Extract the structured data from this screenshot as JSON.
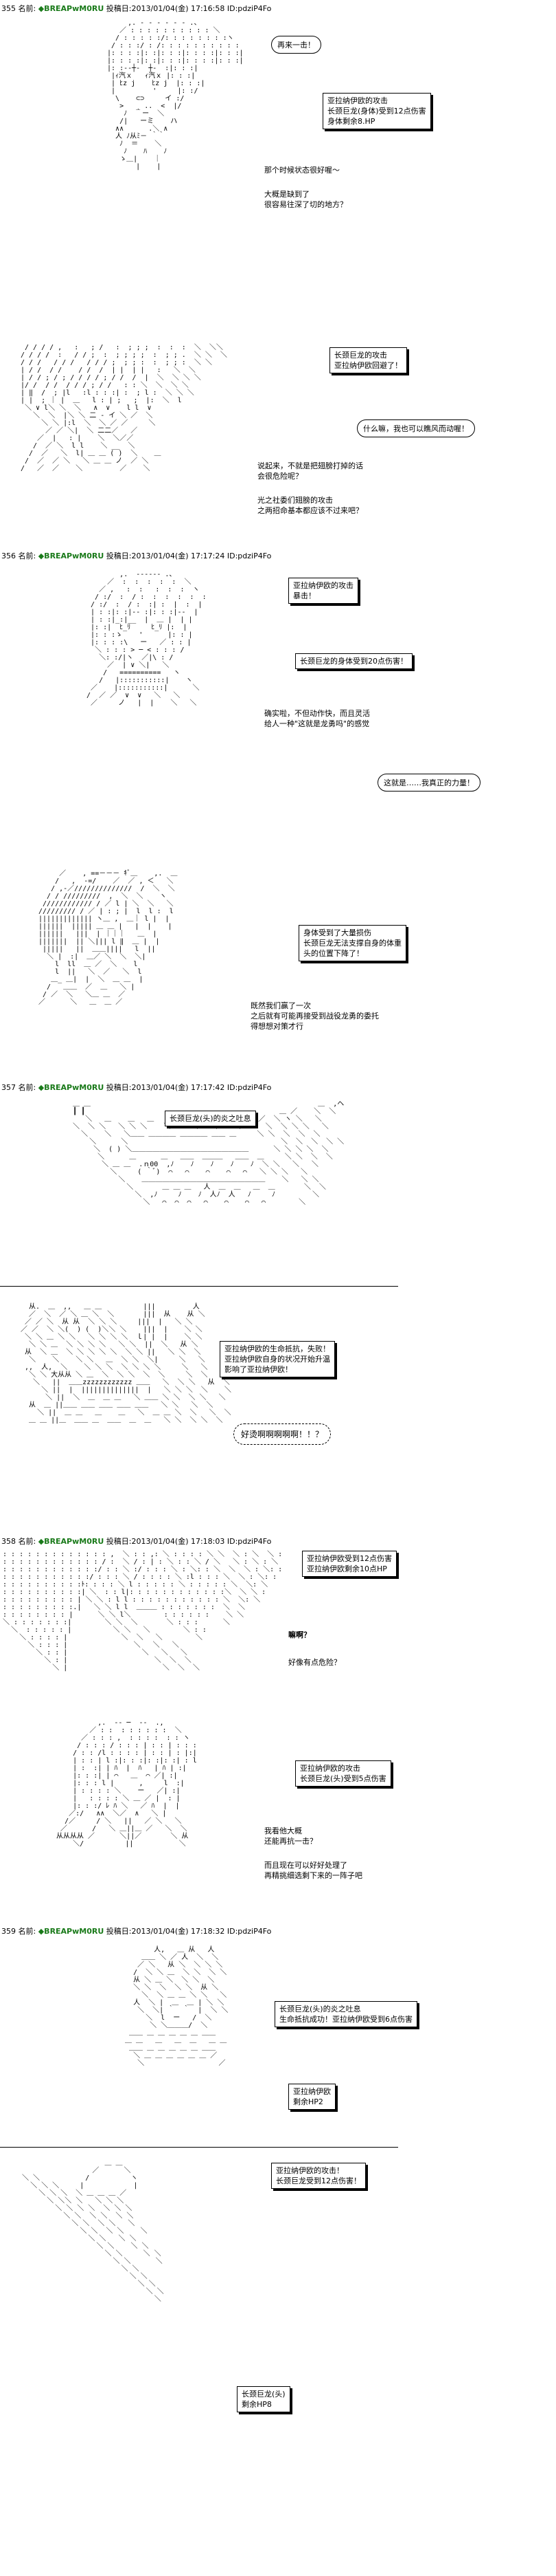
{
  "posts": [
    {
      "num": "355",
      "label": "名前:",
      "trip": "◆BREAPwM0RU",
      "id_label": "投稿日:",
      "date": "2013/01/04(金) 17:16:58",
      "uid": "ID:pdziP4Fo"
    },
    {
      "num": "356",
      "label": "名前:",
      "trip": "◆BREAPwM0RU",
      "id_label": "投稿日:",
      "date": "2013/01/04(金) 17:17:24",
      "uid": "ID:pdziP4Fo"
    },
    {
      "num": "357",
      "label": "名前:",
      "trip": "◆BREAPwM0RU",
      "id_label": "投稿日:",
      "date": "2013/01/04(金) 17:17:42",
      "uid": "ID:pdziP4Fo"
    },
    {
      "num": "358",
      "label": "名前:",
      "trip": "◆BREAPwM0RU",
      "id_label": "投稿日:",
      "date": "2013/01/04(金) 17:18:03",
      "uid": "ID:pdziP4Fo"
    },
    {
      "num": "359",
      "label": "名前:",
      "trip": "◆BREAPwM0RU",
      "id_label": "投稿日:",
      "date": "2013/01/04(金) 17:18:32",
      "uid": "ID:pdziP4Fo"
    }
  ],
  "p1": {
    "bubble": "再来一击！",
    "box1": [
      "亚拉纳伊欧的攻击",
      "长颈巨龙(身体)受到12点伤害",
      "身体剩余8.HP"
    ],
    "say1": [
      "那个时候状态很好喔～"
    ],
    "say2": [
      "大概是缺到了",
      "很容易往深了切的地方？"
    ],
    "box2": [
      "长颈巨龙的攻击",
      "亚拉纳伊欧回避了！"
    ],
    "bubble2": "什么嘛，我也可以瞧风而动喔！",
    "say3": [
      "说起来，不就是把翅膀打掉的话",
      "会很危险呢？"
    ],
    "say4": [
      "光之社委们翅膀的攻击",
      "之两招命基本都应该不过来吧？"
    ]
  },
  "p2": {
    "box1": [
      "亚拉纳伊欧的攻击",
      "暴击！"
    ],
    "box2": [
      "长颈巨龙的身体受到20点伤害！"
    ],
    "say1": [
      "确实啦，不但动作快，而且灵活",
      "给人一种\"这就是龙勇吗\"的感觉"
    ],
    "bubble": "这就是……我真正的力量！",
    "box3": [
      "身体受到了大量损伤",
      "长颈巨龙无法支撑自身的体重",
      "头的位置下降了！"
    ],
    "say2": [
      "既然我们赢了一次",
      "之后就有可能再接受到战役龙勇的委托",
      "得想想对策才行"
    ]
  },
  "p3": {
    "box1": [
      "长颈巨龙(头)的炎之吐息"
    ],
    "box2": [
      "亚拉纳伊欧的生命抵抗，失败！",
      "亚拉纳伊欧自身的状况开始升温",
      "影响了亚拉纳伊欧！"
    ],
    "wavy": "好烫啊啊啊啊啊！！？"
  },
  "p4": {
    "box1": [
      "亚拉纳伊欧受到12点伤害",
      "亚拉纳伊欧剩余10点HP"
    ],
    "say1": [
      "嘛啊？"
    ],
    "say2": [
      "好像有点危险？"
    ],
    "box2": [
      "亚拉纳伊欧的攻击",
      "长颈巨龙(头)受到5点伤害"
    ],
    "say3": [
      "我看他大概",
      "还能再抗一击？"
    ],
    "say4": [
      "而且现在可以好好处理了",
      "再精挑细选剩下来的一阵子吧"
    ]
  },
  "p5": {
    "box1": [
      "长颈巨龙(头)的炎之吐息",
      "生命抵抗成功！亚拉纳伊欧受到6点伤害"
    ],
    "box2": [
      "亚拉纳伊欧",
      "剩余HP2"
    ],
    "box3": [
      "亚拉纳伊欧的攻击！",
      "长颈巨龙受到12点伤害！"
    ],
    "box4": [
      "长颈巨龙(头)",
      "剩余HP8"
    ]
  }
}
